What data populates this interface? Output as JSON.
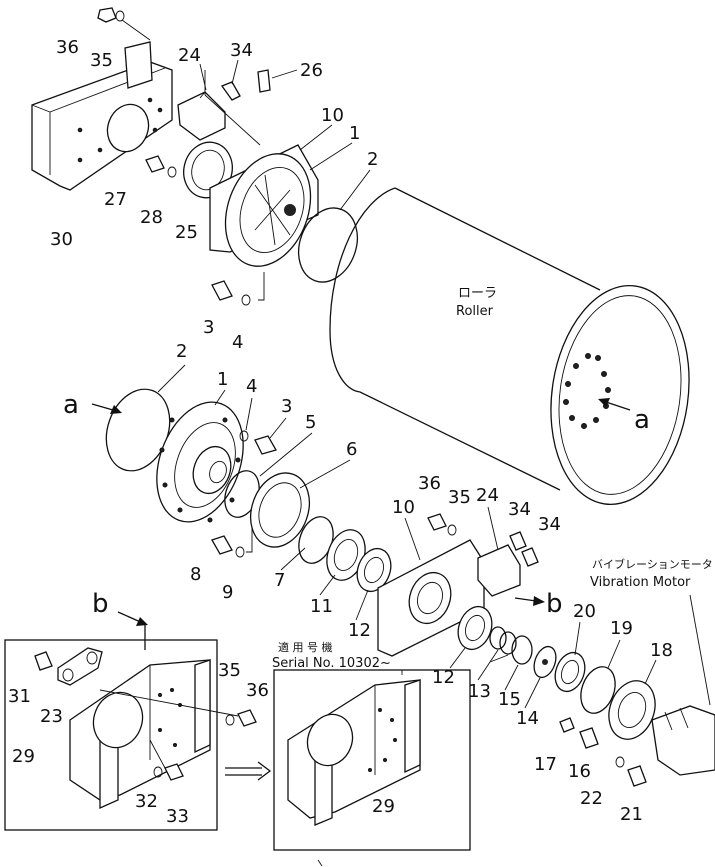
{
  "labels": {
    "roller_jp": "ローラ",
    "roller_en": "Roller",
    "vib_jp": "バイブレーションモータ",
    "vib_en": "Vibration Motor",
    "serial_jp": "適 用 号 機",
    "serial_en": "Serial No. 10302~",
    "a": "a",
    "b": "b"
  },
  "part_numbers": [
    "1",
    "2",
    "3",
    "4",
    "5",
    "6",
    "7",
    "8",
    "9",
    "10",
    "11",
    "12",
    "13",
    "14",
    "15",
    "16",
    "17",
    "18",
    "19",
    "20",
    "21",
    "22",
    "23",
    "24",
    "25",
    "26",
    "27",
    "28",
    "29",
    "30",
    "31",
    "32",
    "33",
    "34",
    "35",
    "36"
  ]
}
